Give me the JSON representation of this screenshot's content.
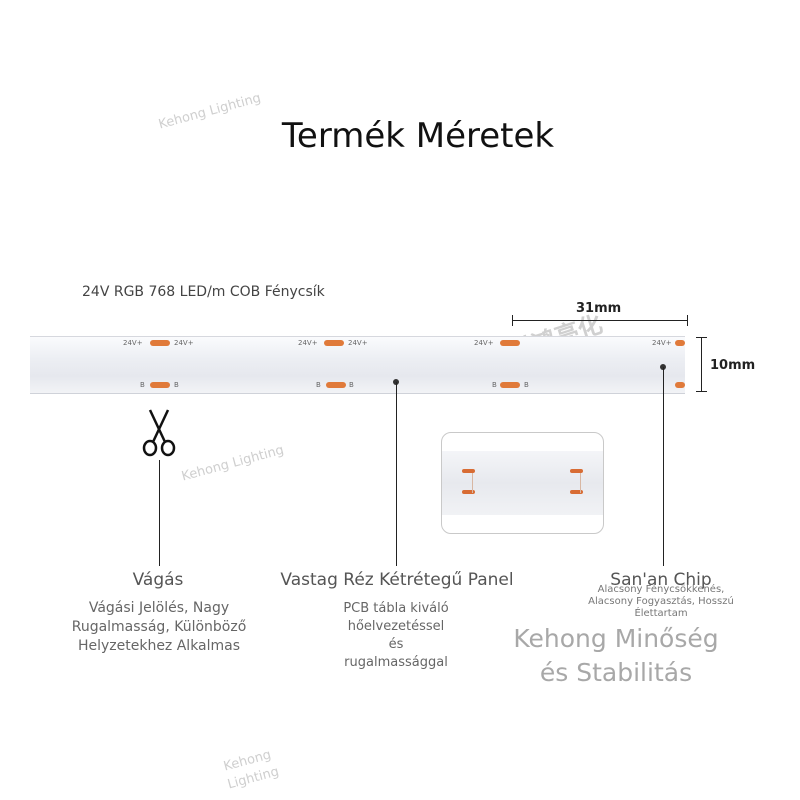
{
  "title": "Termék Méretek",
  "product_name": "24V RGB 768 LED/m COB Fénycsík",
  "watermarks": {
    "brand": "Kehong Lighting",
    "brand_line1": "Kehong",
    "brand_line2": "Lighting",
    "chinese": "科鸿亮化"
  },
  "dimensions": {
    "length": "31mm",
    "width": "10mm"
  },
  "strip_markings": {
    "plus_left": "24V+",
    "plus_right": "24V+",
    "b_label": "B"
  },
  "features": {
    "cut": {
      "title": "Vágás",
      "description": "Vágási Jelölés, Nagy Rugalmasság, Különböző Helyzetekhez Alkalmas"
    },
    "panel": {
      "title": "Vastag Réz Kétrétegű Panel",
      "description_lines": [
        "PCB tábla kiváló",
        "hőelvezetéssel",
        "és",
        "rugalmassággal"
      ]
    },
    "chip": {
      "title": "San'an Chip",
      "description_lines": [
        "Alacsony Fénycsökkenés,",
        "Alacsony Fogyasztás, Hosszú",
        "Élettartam"
      ]
    }
  },
  "quality": {
    "line1": "Kehong Minőség",
    "line2": "és Stabilitás"
  },
  "icons": {
    "scissors": "scissors-icon"
  },
  "colors": {
    "copper_pad": "#e07a3a",
    "strip_base": "#e6e8ee"
  }
}
